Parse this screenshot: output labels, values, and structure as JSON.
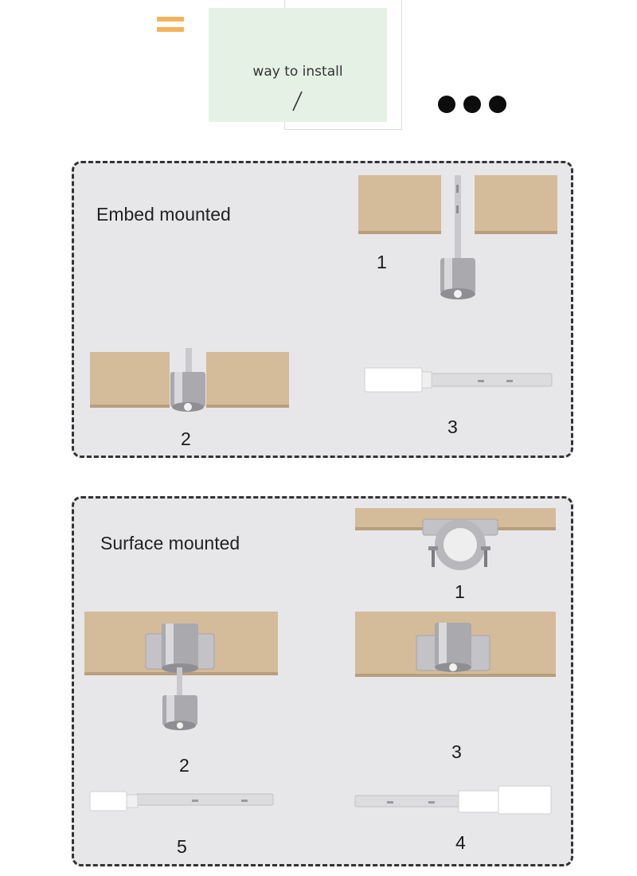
{
  "header": {
    "title": "way to install",
    "slash": "/"
  },
  "icons": {
    "menu": "menu-icon",
    "more": "more-dots-icon"
  },
  "colors": {
    "accent": "#f3b35c",
    "card": "#e6f1e6",
    "panel": "#e7e7e9",
    "wood": "#d4bb9a",
    "metal": "#a9a9ae"
  },
  "embed": {
    "title": "Embed mounted",
    "steps": [
      "1",
      "2",
      "3"
    ]
  },
  "surface": {
    "title": "Surface mounted",
    "steps": [
      "1",
      "2",
      "3",
      "4",
      "5"
    ]
  }
}
